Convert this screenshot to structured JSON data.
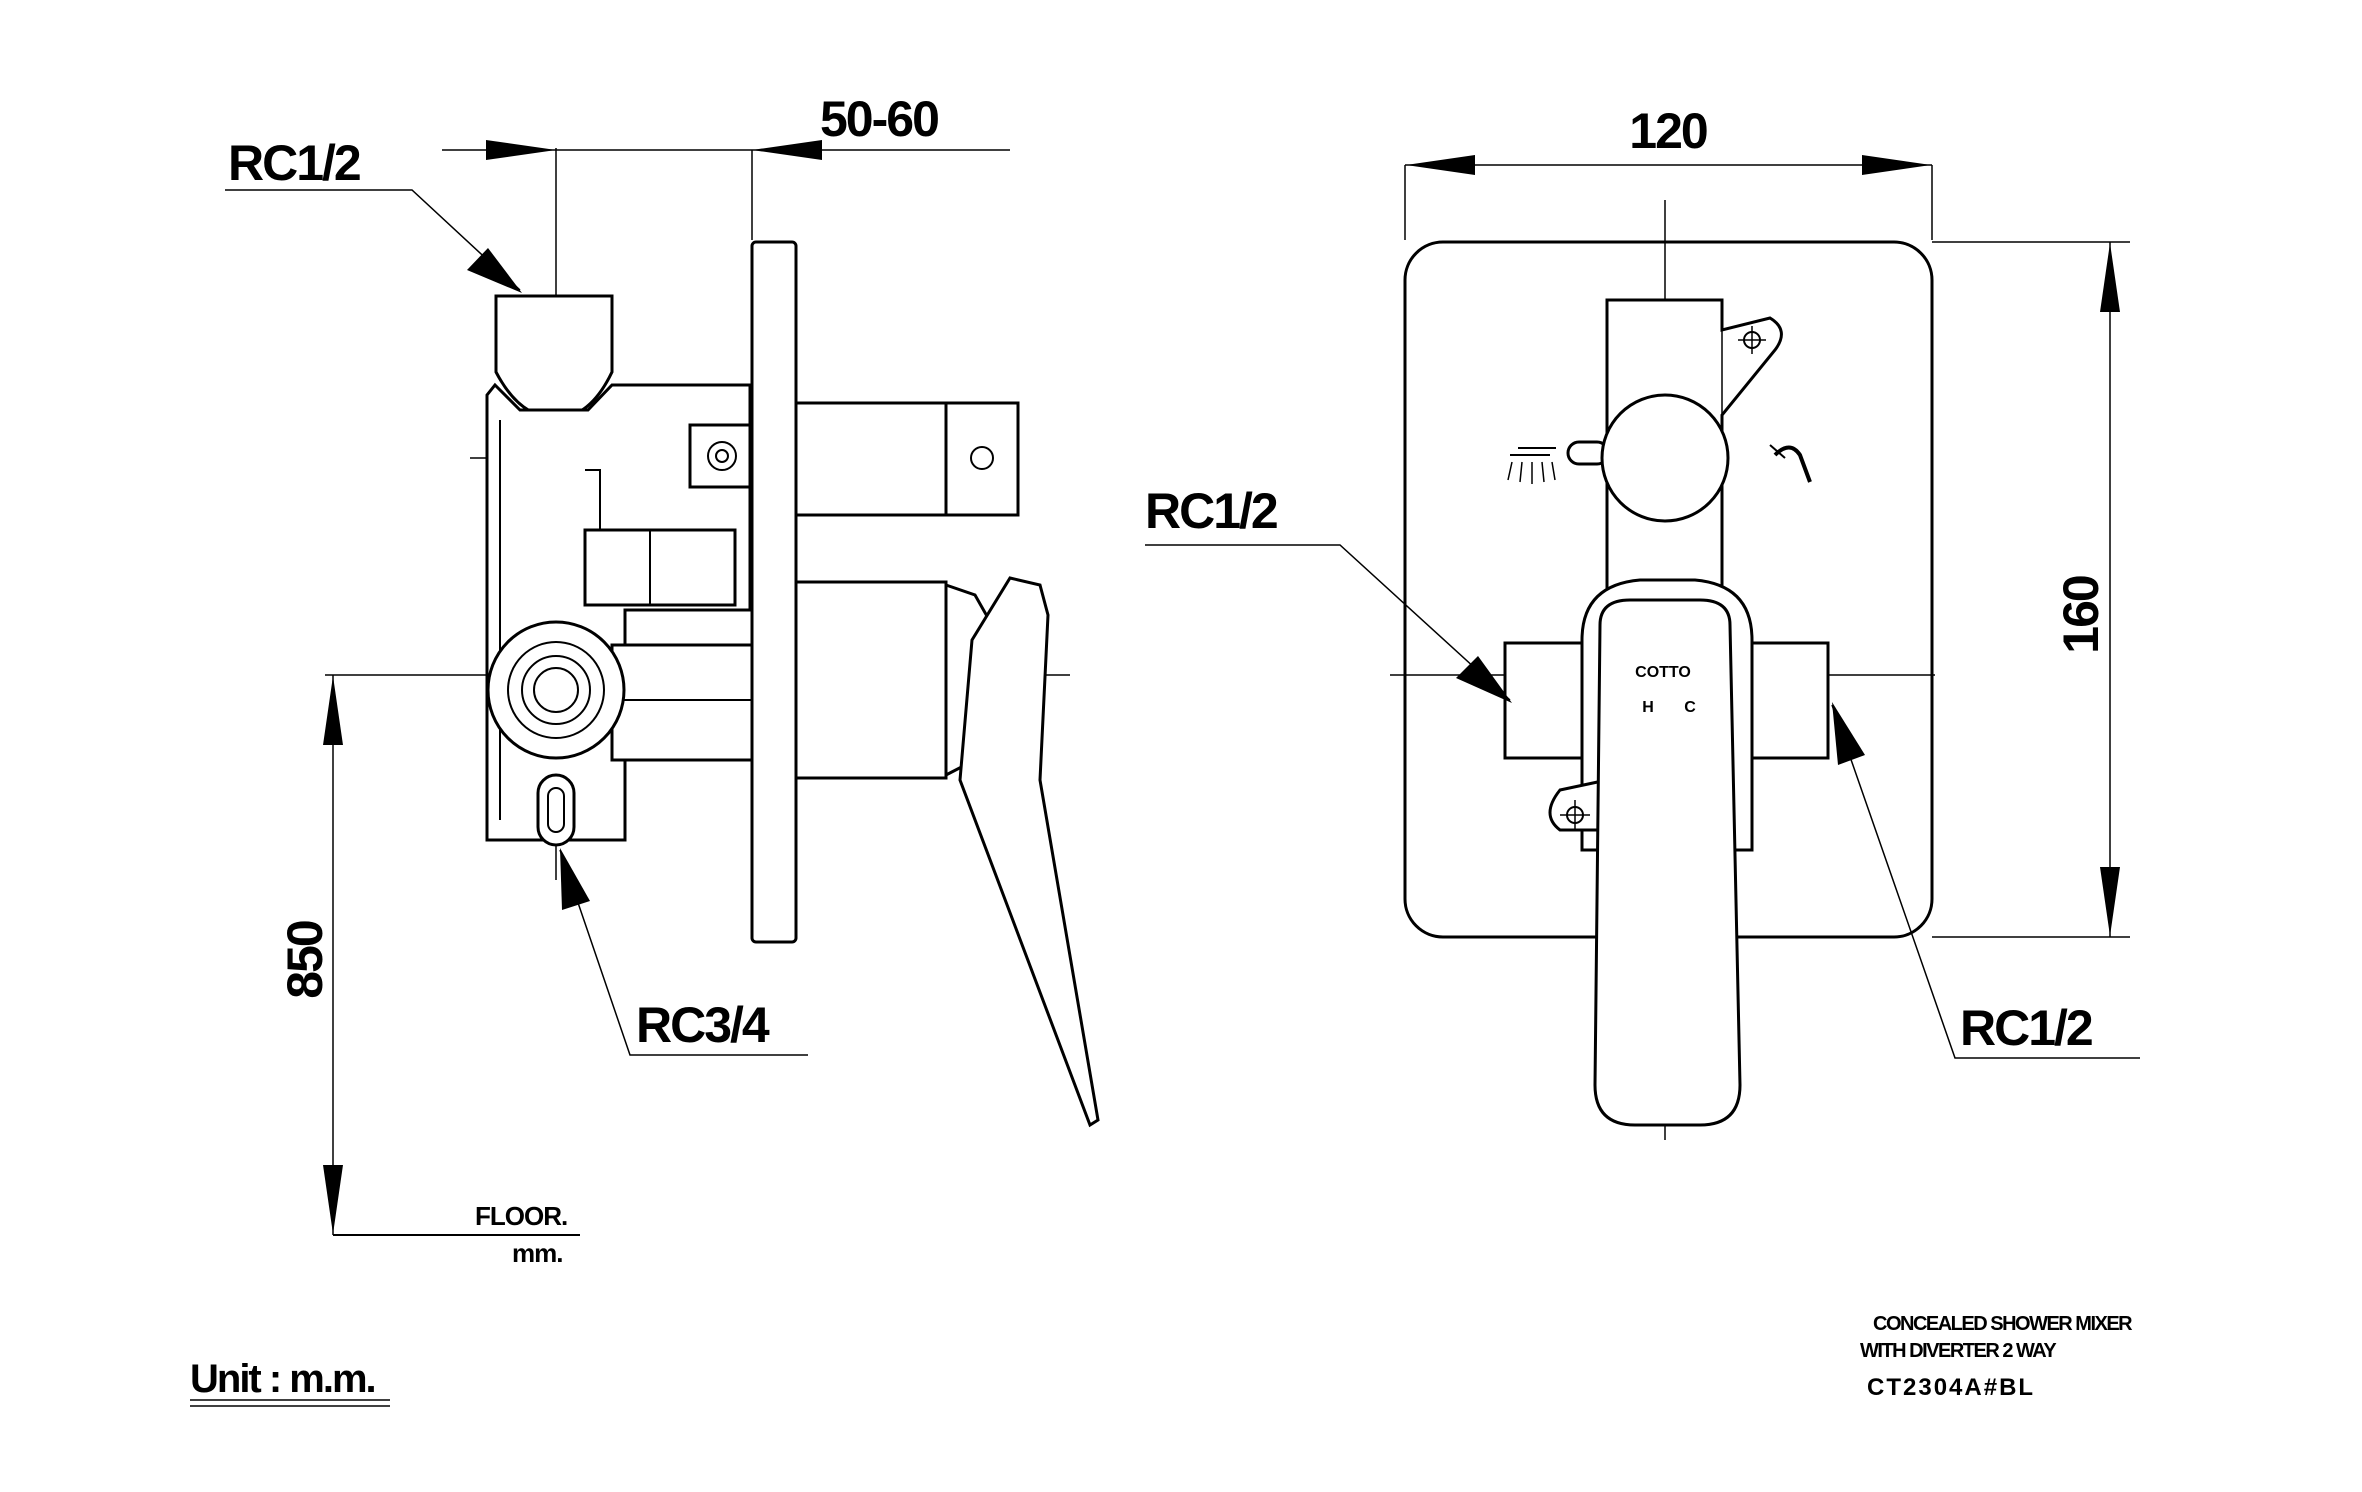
{
  "side_view": {
    "outlet_top_label": "RC1/2",
    "depth_dim_label": "50-60",
    "inlet_bottom_label": "RC3/4",
    "height_dim_label": "850",
    "floor_label": "FLOOR.",
    "floor_unit": "mm."
  },
  "front_view": {
    "width_dim_label": "120",
    "height_dim_label": "160",
    "inlet_left_label": "RC1/2",
    "inlet_right_label": "RC1/2",
    "brand_mark": "COTTO",
    "hot_label": "H",
    "cold_label": "C"
  },
  "unit_label": "Unit : m.m.",
  "title_block": {
    "line1": "CONCEALED SHOWER MIXER",
    "line2": "WITH DIVERTER 2 WAY",
    "model": "CT2304A#BL"
  },
  "icons": [
    "shower-head-icon",
    "hand-shower-icon"
  ]
}
